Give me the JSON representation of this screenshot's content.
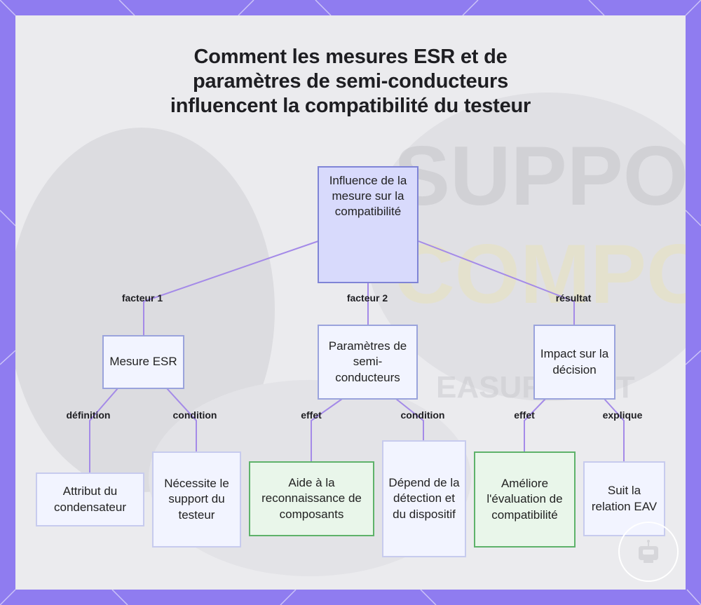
{
  "title": "Comment les mesures ESR et de paramètres de semi-conducteurs influencent la compatibilité du testeur",
  "background_watermark": [
    "SUPPO",
    "COMPO",
    "EASURE ENT"
  ],
  "colors": {
    "frame": "#8f7cf0",
    "root_fill": "#d8dafc",
    "node_border": "#9aa3dc",
    "green_border": "#5eb26a",
    "edge": "#a48ae8"
  },
  "nodes": {
    "root": "Influence de la mesure sur la compatibilité",
    "esr": "Mesure ESR",
    "params": "Paramètres de semi-conducteurs",
    "impact": "Impact sur la décision",
    "attribut": "Attribut du condensateur",
    "necessite": "Nécessite le support du testeur",
    "aide": "Aide à la reconnaissance de composants",
    "depend": "Dépend de la détection et du dispositif",
    "ameliore": "Améliore l'évaluation de compatibilité",
    "suit": "Suit la relation EAV"
  },
  "edge_labels": {
    "facteur1": "facteur 1",
    "facteur2": "facteur 2",
    "resultat": "résultat",
    "definition": "définition",
    "condition_esr": "condition",
    "effet_params": "effet",
    "condition_params": "condition",
    "effet_impact": "effet",
    "explique": "explique"
  },
  "logo_icon": "robot-icon"
}
